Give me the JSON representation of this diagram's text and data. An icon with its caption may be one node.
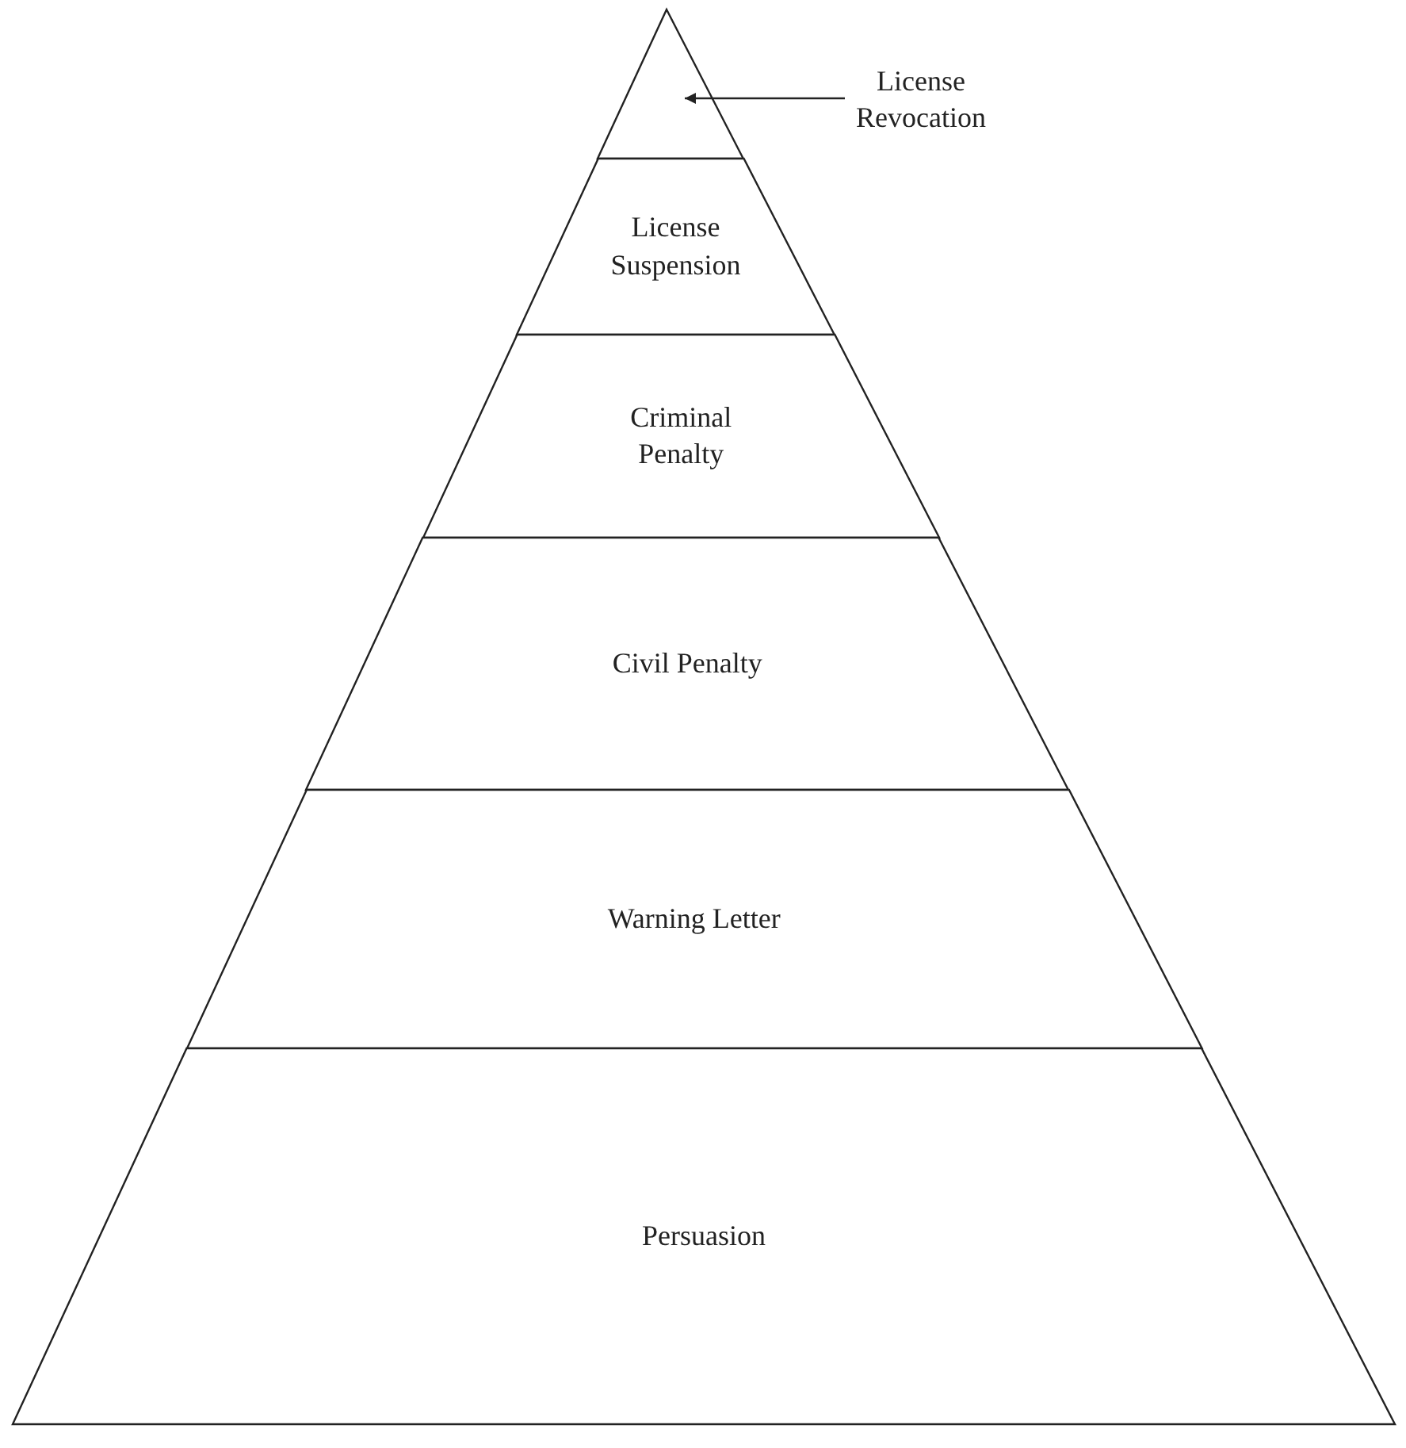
{
  "diagram": {
    "nodes": [
      {
        "text": [],
        "shape": "triangle"
      },
      {
        "text": [
          "License Revocation"
        ]
      },
      {
        "text": [
          "License Suspension"
        ]
      },
      {
        "text": [
          "Criminal Penalty"
        ]
      },
      {
        "text": [
          "Civil Penalty"
        ]
      },
      {
        "text": [
          "Warning Letter"
        ]
      },
      {
        "text": [
          "Persuasion"
        ]
      }
    ],
    "edges": [
      {
        "from": 1,
        "to": 0,
        "arrow": "to"
      }
    ]
  }
}
